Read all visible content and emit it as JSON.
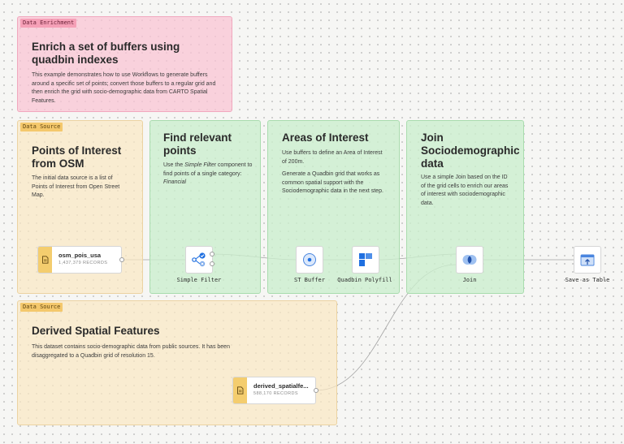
{
  "colors": {
    "enrichment": "#f5a0b7",
    "source": "#f4c86c",
    "step": "#cbeecd",
    "wire": "#9a9a9a",
    "icon_blue": "#1f6fe0"
  },
  "groups": {
    "enrichment": {
      "tag": "Data Enrichment",
      "title_line1": "Enrich a set of buffers using",
      "title_line2": "quadbin indexes",
      "desc": "This example demonstrates how to use Workflows to generate buffers around a specific set of points; convert those buffers to a regular grid and then enrich the grid with socio-demographic data from CARTO Spatial Features."
    },
    "poi_source": {
      "tag": "Data Source",
      "title_line1": "Points of Interest",
      "title_line2": "from OSM",
      "desc": "The initial data source is a list of Points of Interest from Open Street Map."
    },
    "find_points": {
      "title_line1": "Find relevant",
      "title_line2": "points",
      "desc_before": "Use the ",
      "desc_em": "Simple Filter",
      "desc_middle": " component to find points of a single category: ",
      "desc_em2": "Financial"
    },
    "areas": {
      "title": "Areas of Interest",
      "desc1": "Use buffers to define an Area of Interest of 200m.",
      "desc2": "Generate a Quadbin grid that works as common spatial support with the Sociodemographic data in the next step."
    },
    "join": {
      "title_line1": "Join",
      "title_line2": "Sociodemographic",
      "title_line3": "data",
      "desc": "Use a simple Join based on the ID of the grid cells to enrich our areas of interest with sociodemographic data."
    },
    "derived_source": {
      "tag": "Data Source",
      "title": "Derived Spatial Features",
      "desc": "This dataset contains socio-demographic data from public sources. It has been disaggregated to a Quadbin grid of resolution 15."
    }
  },
  "nodes": {
    "osm": {
      "name": "osm_pois_usa",
      "records": "1,437,379 RECORDS",
      "icon": "table-icon"
    },
    "simple_filter": {
      "label": "Simple Filter",
      "icon": "filter-icon"
    },
    "st_buffer": {
      "label": "ST Buffer",
      "icon": "buffer-icon"
    },
    "quadbin": {
      "label": "Quadbin Polyfill",
      "icon": "quadbin-icon"
    },
    "join": {
      "label": "Join",
      "icon": "join-icon"
    },
    "save": {
      "label": "Save as Table",
      "icon": "save-table-icon"
    },
    "derived": {
      "name": "derived_spatialfe...",
      "records": "588,170 RECORDS",
      "icon": "table-icon"
    }
  }
}
